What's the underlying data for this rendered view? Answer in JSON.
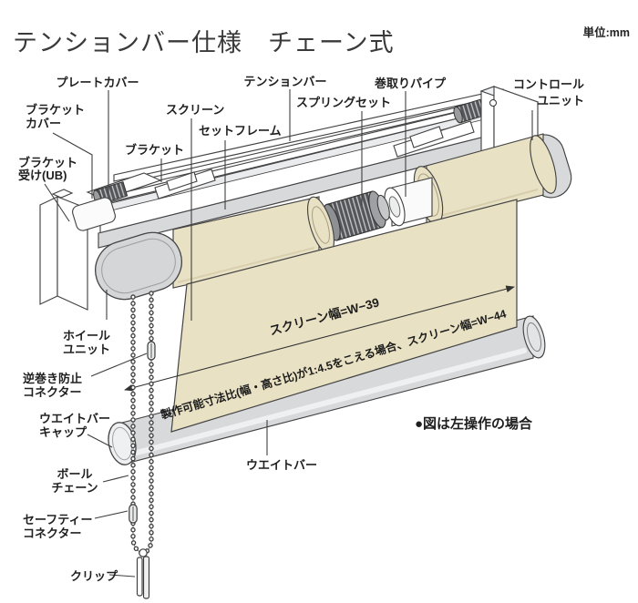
{
  "title": "テンションバー仕様　チェーン式",
  "unit_note": "単位:mm",
  "footnote": "●図は左操作の場合",
  "diagram": {
    "labels": {
      "plate_cover": "プレートカバー",
      "tension_bar": "テンションバー",
      "winding_pipe": "巻取りパイプ",
      "control_unit": [
        "コントロール",
        "ユニット"
      ],
      "spring_set": "スプリングセット",
      "bracket_cover": [
        "ブラケット",
        "カバー"
      ],
      "bracket_receiver": [
        "ブラケット",
        "受け(UB)"
      ],
      "bracket": "ブラケット",
      "screen": "スクリーン",
      "set_frame": "セットフレーム",
      "wheel_unit": [
        "ホイール",
        "ユニット"
      ],
      "reverse_wind_connector": [
        "逆巻き防止",
        "コネクター"
      ],
      "weight_bar_cap": [
        "ウエイトバー",
        "キャップ"
      ],
      "ball_chain": [
        "ボール",
        "チェーン"
      ],
      "safety_connector": [
        "セーフティー",
        "コネクター"
      ],
      "clip": "クリップ",
      "weight_bar": "ウエイトバー"
    },
    "annotations": {
      "screen_width": "スクリーン幅=W−39",
      "oversize_note": "製作可能寸法比(幅・高さ比)が1:4.5をこえる場合、スクリーン幅=W−44"
    },
    "colors": {
      "screen_beige": "#e9e1c4",
      "metal_gray": "#d7d9db",
      "line": "#3f3f3f",
      "text": "#1f1f1f"
    }
  }
}
